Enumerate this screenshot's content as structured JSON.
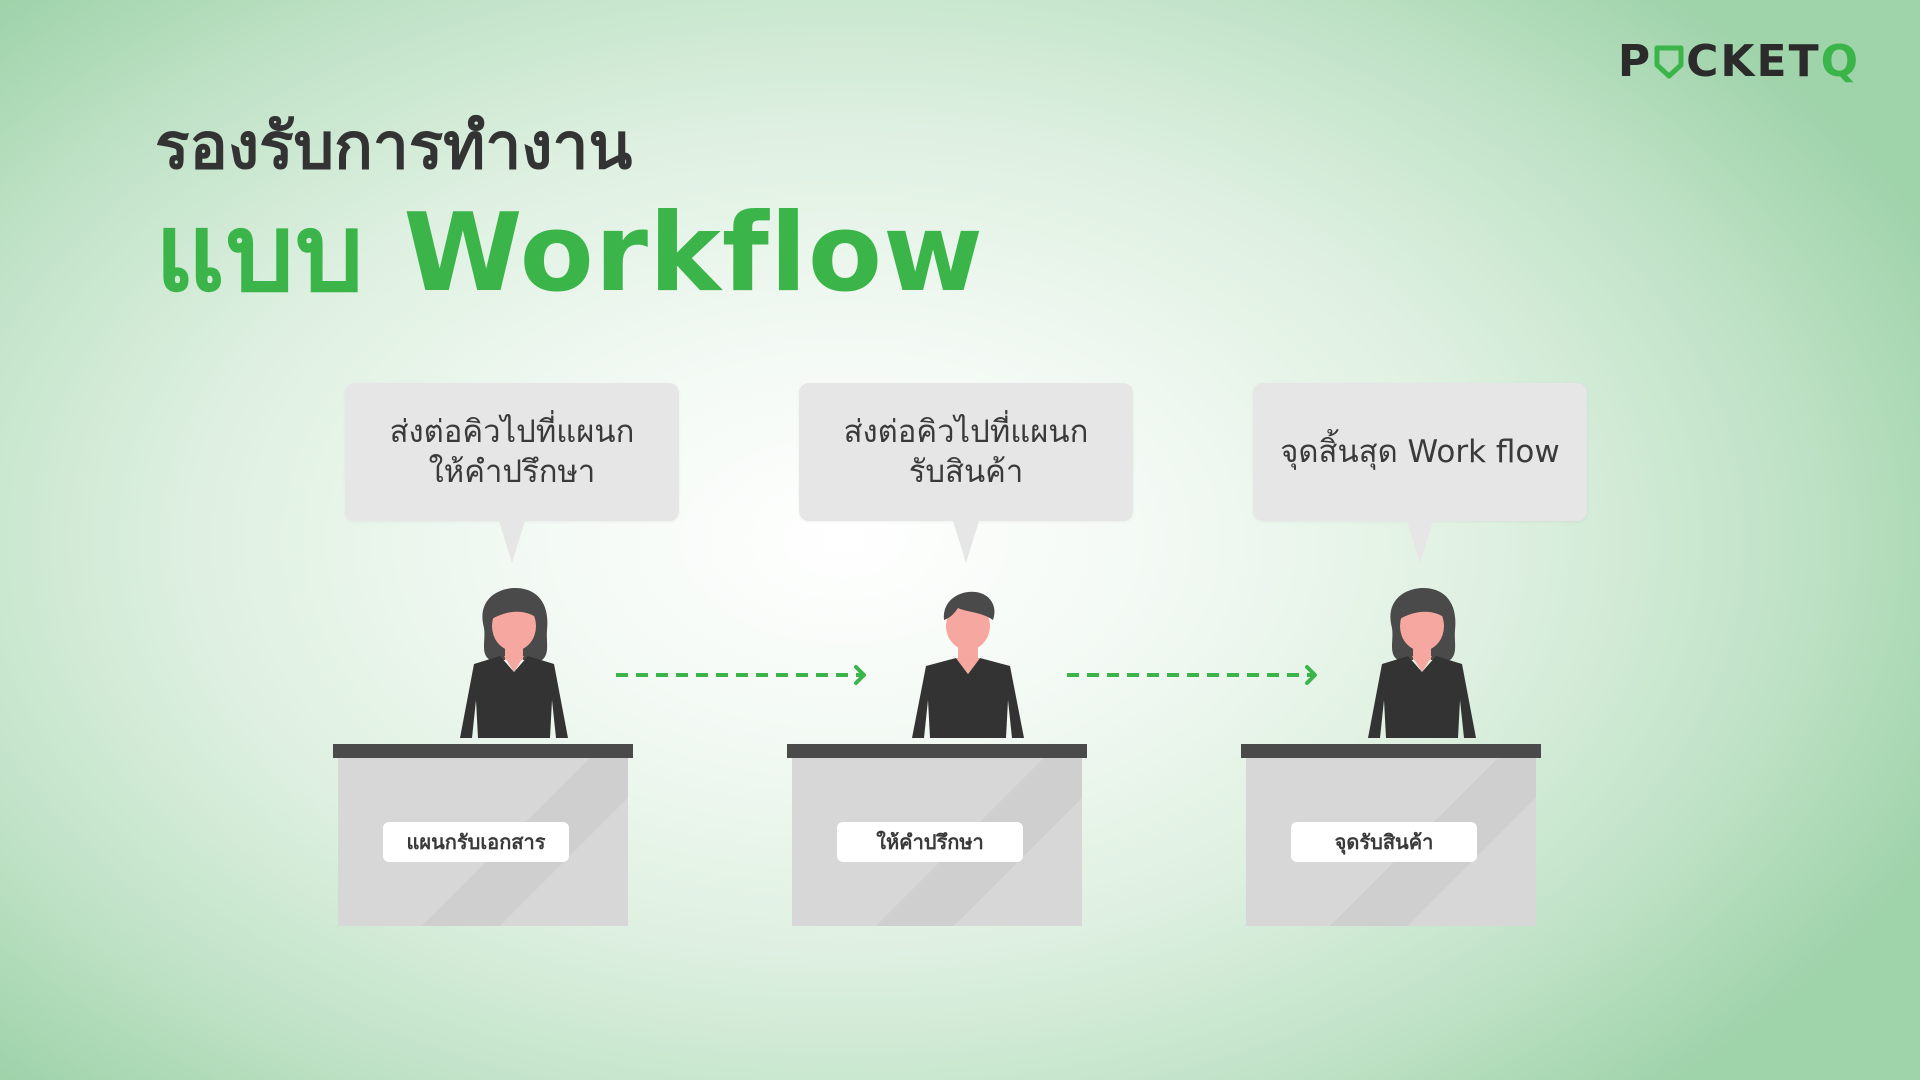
{
  "brand": {
    "logo_prefix": "P",
    "logo_middle": "CKET",
    "logo_suffix": "Q",
    "accent_color": "#3bb54a",
    "dark_color": "#2b2b2b"
  },
  "heading": {
    "line1": "รองรับการทำงาน",
    "line2": "แบบ Workflow"
  },
  "stations": [
    {
      "bubble_line1": "ส่งต่อคิวไปที่แผนก",
      "bubble_line2": "ให้คำปรึกษา",
      "desk_label": "แผนกรับเอกสาร",
      "person": "woman"
    },
    {
      "bubble_line1": "ส่งต่อคิวไปที่แผนก",
      "bubble_line2": "รับสินค้า",
      "desk_label": "ให้คำปรึกษา",
      "person": "man"
    },
    {
      "bubble_line1": "จุดสิ้นสุด Work flow",
      "bubble_line2": "",
      "desk_label": "จุดรับสินค้า",
      "person": "woman"
    }
  ],
  "icons": {
    "logo_o": "shield-icon",
    "flow_arrow": "dashed-arrow-right-icon"
  }
}
